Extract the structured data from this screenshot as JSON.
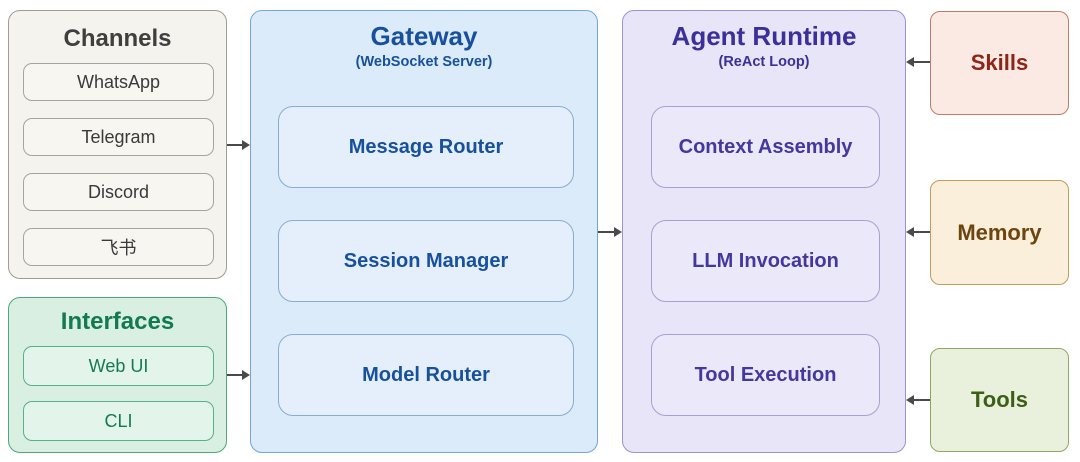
{
  "diagram": {
    "channels": {
      "title": "Channels",
      "items": [
        "WhatsApp",
        "Telegram",
        "Discord",
        "飞书"
      ]
    },
    "interfaces": {
      "title": "Interfaces",
      "items": [
        "Web UI",
        "CLI"
      ]
    },
    "gateway": {
      "title": "Gateway",
      "subtitle": "(WebSocket Server)",
      "components": [
        "Message Router",
        "Session Manager",
        "Model Router"
      ]
    },
    "agent_runtime": {
      "title": "Agent Runtime",
      "subtitle": "(ReAct Loop)",
      "components": [
        "Context Assembly",
        "LLM Invocation",
        "Tool Execution"
      ]
    },
    "resources": {
      "skills": "Skills",
      "memory": "Memory",
      "tools": "Tools"
    },
    "connections": [
      {
        "from": "Channels",
        "to": "Gateway"
      },
      {
        "from": "Interfaces",
        "to": "Gateway"
      },
      {
        "from": "Gateway",
        "to": "Agent Runtime"
      },
      {
        "from": "Skills",
        "to": "Agent Runtime"
      },
      {
        "from": "Memory",
        "to": "Agent Runtime"
      },
      {
        "from": "Tools",
        "to": "Agent Runtime"
      }
    ],
    "colors": {
      "channels_bg": "#f4f3ee",
      "channels_border": "#9d9c97",
      "channels_text": "#3f3f3f",
      "interfaces_bg": "#d8efe2",
      "interfaces_border": "#4aa87b",
      "interfaces_text": "#137a50",
      "gateway_bg": "#dcebf9",
      "gateway_border": "#72a5da",
      "gateway_text": "#17509c",
      "agent_runtime_bg": "#e7e5f7",
      "agent_runtime_border": "#9a93cf",
      "agent_runtime_text": "#3b2f9b",
      "skills_bg": "#fbe9e3",
      "skills_border": "#c07d66",
      "skills_text": "#8e2517",
      "memory_bg": "#f9efda",
      "memory_border": "#c39b5a",
      "memory_text": "#6f450f",
      "tools_bg": "#e9f1dd",
      "tools_border": "#92a567",
      "tools_text": "#3c5e15",
      "arrow": "#4a4a4a"
    }
  }
}
